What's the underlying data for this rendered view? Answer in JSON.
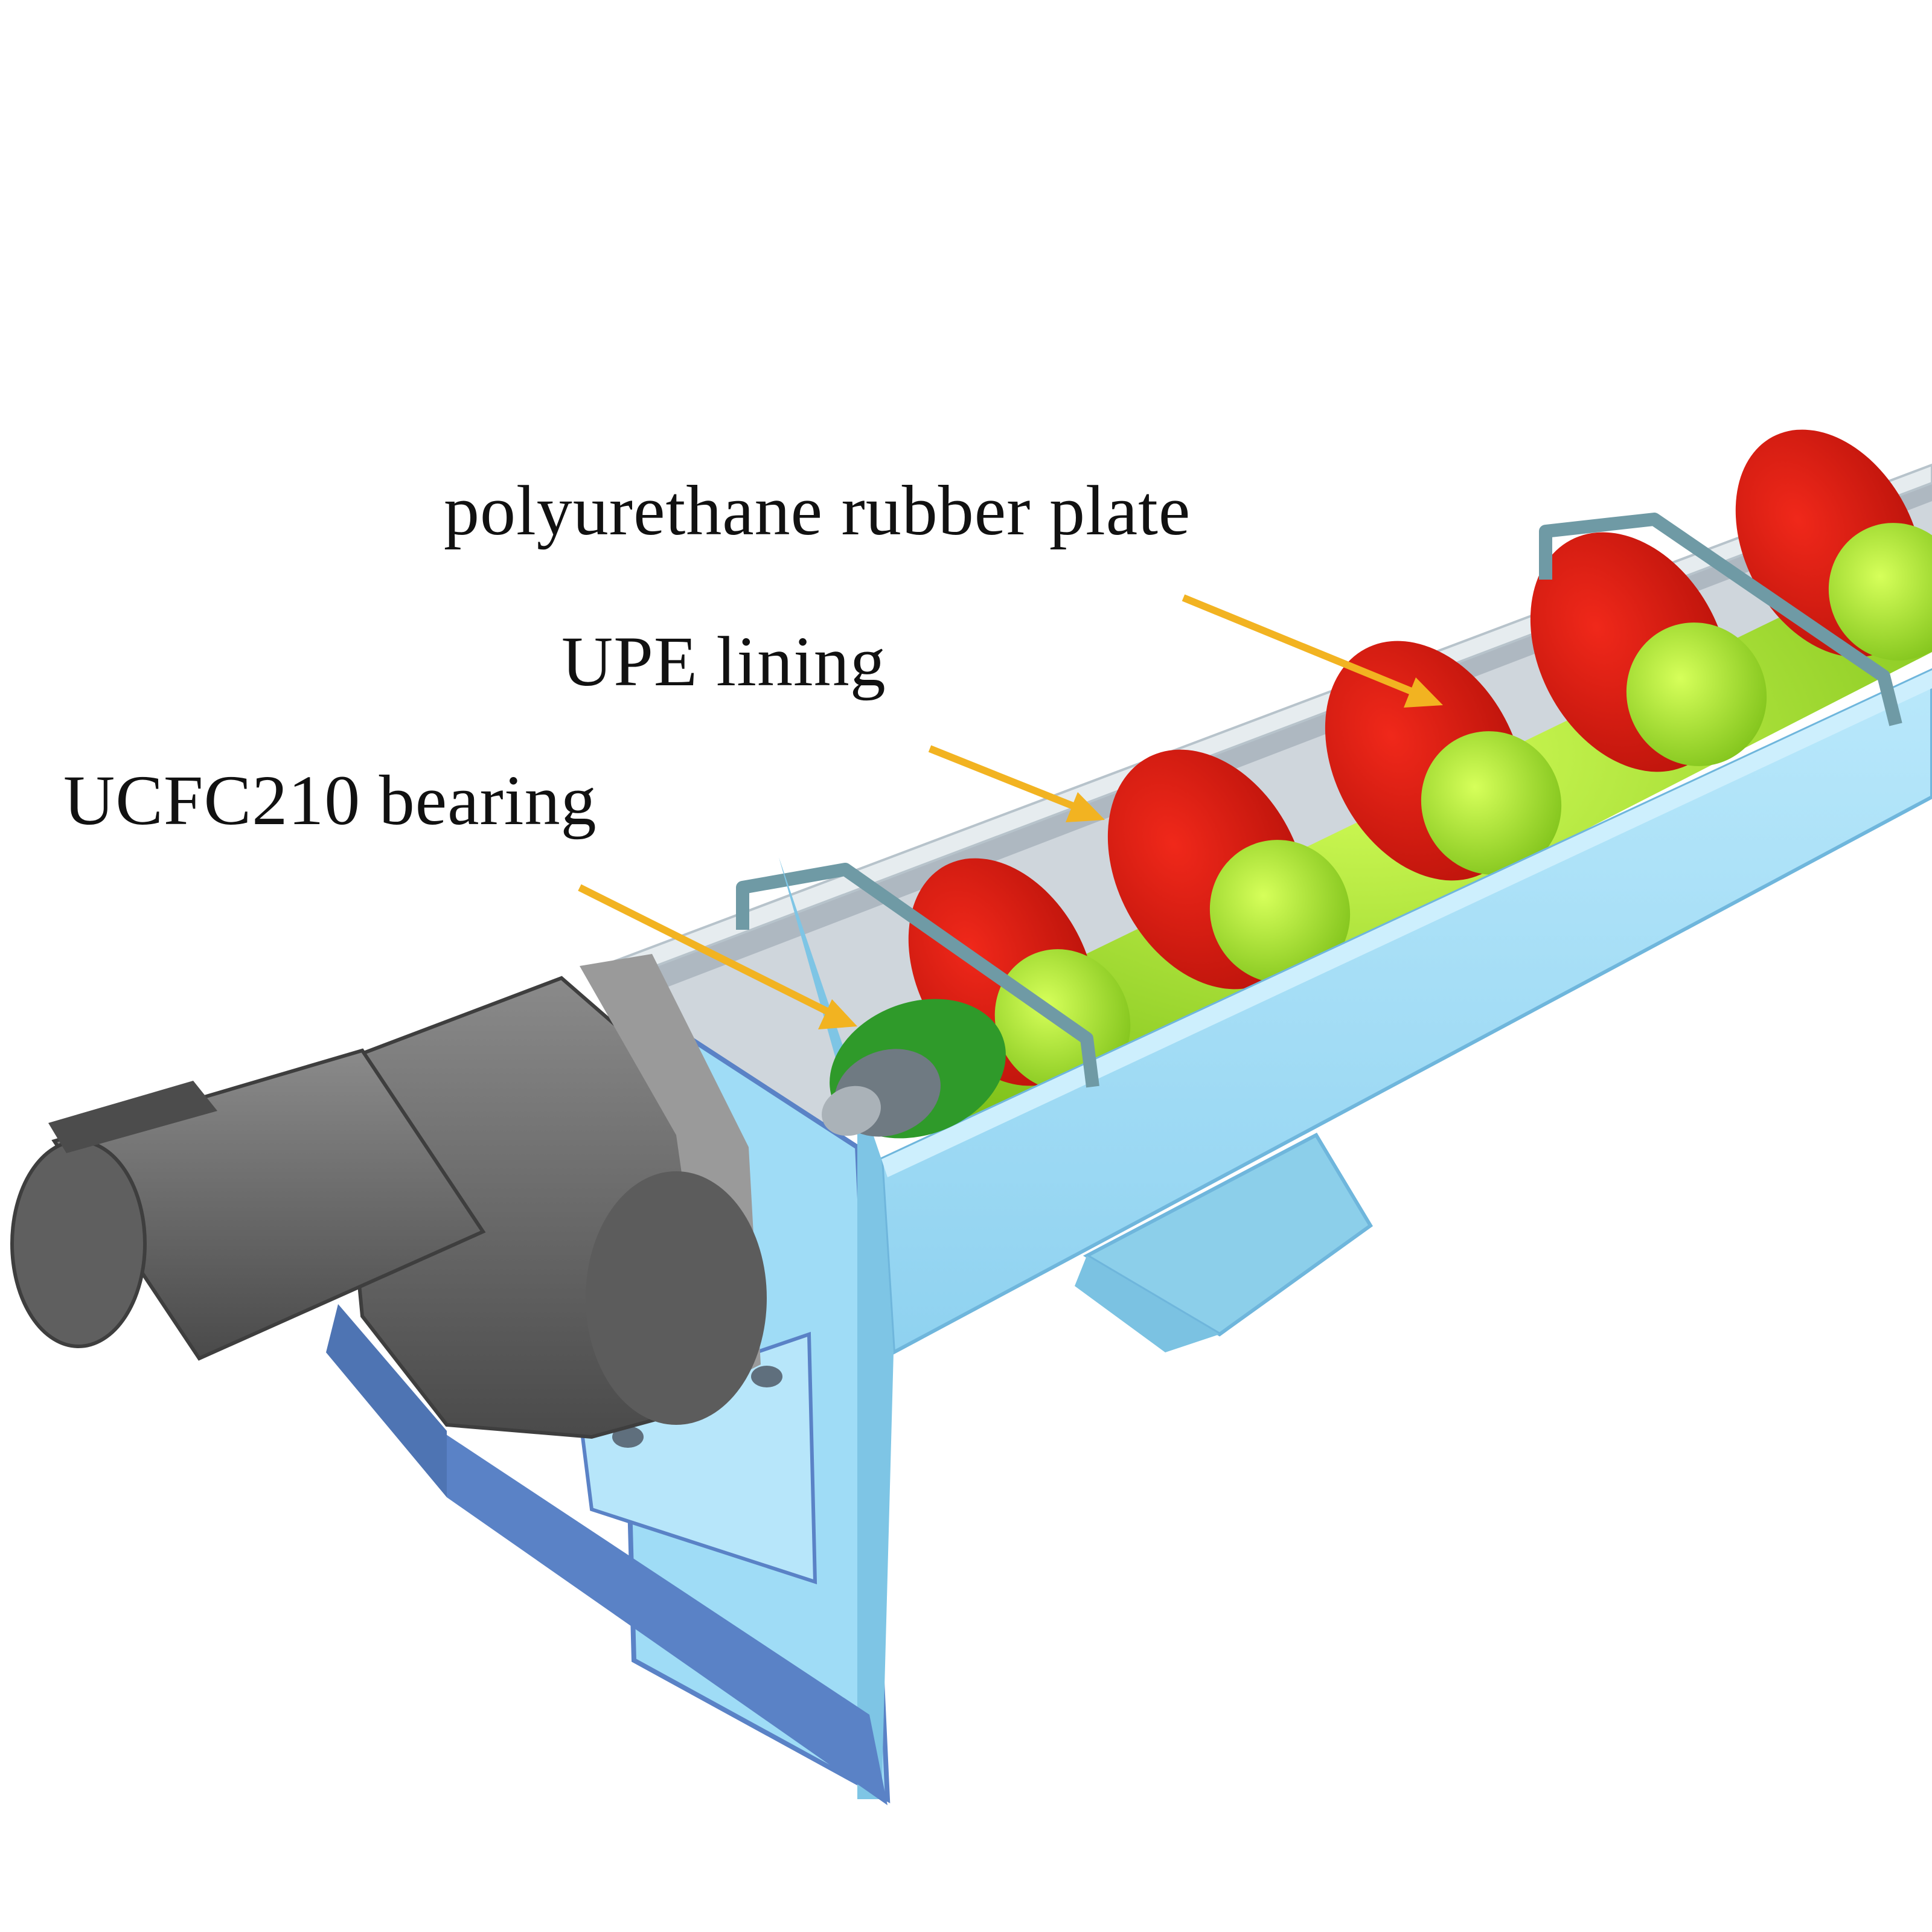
{
  "labels": {
    "polyurethane": "polyurethane rubber plate",
    "upe": "UPE lining",
    "bearing": "UCFC210 bearing"
  },
  "colors": {
    "trough": "#9cdaf5",
    "trough_dark": "#6fb6dc",
    "frame": "#5a82c6",
    "flight": "#d81a10",
    "shaft": "#9fe12a",
    "bearing": "#2f9a2a",
    "motor": "#6b6b6b",
    "arrow": "#f2b321",
    "text": "#111111"
  },
  "icons": {
    "arrow": "callout-arrow"
  }
}
